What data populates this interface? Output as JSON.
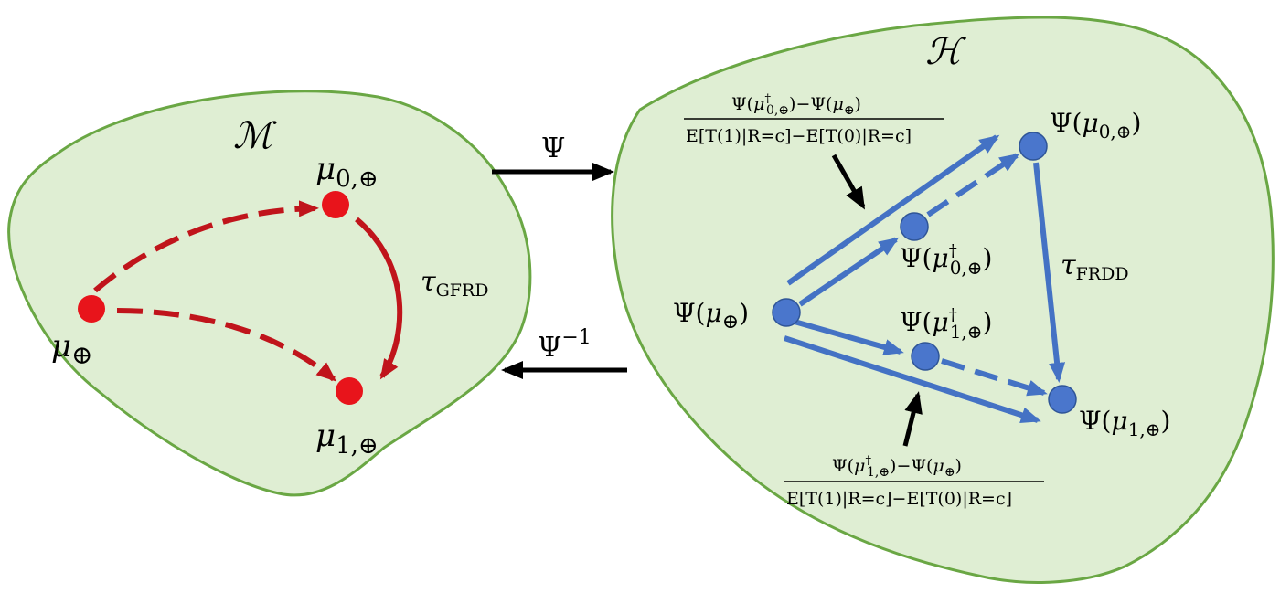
{
  "colors": {
    "region_fill": "#dfeed3",
    "region_stroke": "#6aa744",
    "red": "#e8141b",
    "red_arrow": "#c0141b",
    "blue": "#4472c4",
    "blue_node": "#4a76cc",
    "black": "#000000"
  },
  "left_space": {
    "name": "ℳ",
    "nodes": {
      "mu_plus": {
        "base": "μ",
        "sub": "⊕",
        "sup": ""
      },
      "mu0": {
        "base": "μ",
        "sub": "0,⊕",
        "sup": ""
      },
      "mu1": {
        "base": "μ",
        "sub": "1,⊕",
        "sup": ""
      }
    },
    "tau": {
      "base": "τ",
      "sub": "GFRD"
    }
  },
  "maps": {
    "forward": "Ψ",
    "inverse": {
      "base": "Ψ",
      "sup": "−1"
    }
  },
  "right_space": {
    "name": "ℋ",
    "nodes": {
      "psi_mu_plus": {
        "pre": "Ψ(",
        "base": "μ",
        "sub": "⊕",
        "sup": "",
        "post": ")"
      },
      "psi_mu0": {
        "pre": "Ψ(",
        "base": "μ",
        "sub": "0,⊕",
        "sup": "",
        "post": ")"
      },
      "psi_mu1": {
        "pre": "Ψ(",
        "base": "μ",
        "sub": "1,⊕",
        "sup": "",
        "post": ")"
      },
      "psi_mu0_dag": {
        "pre": "Ψ(",
        "base": "μ",
        "sub": "0,⊕",
        "sup": "†",
        "post": ")"
      },
      "psi_mu1_dag": {
        "pre": "Ψ(",
        "base": "μ",
        "sub": "1,⊕",
        "sup": "†",
        "post": ")"
      }
    },
    "tau": {
      "base": "τ",
      "sub": "FRDD"
    },
    "fraction_top": {
      "numerator": {
        "a_pre": "Ψ(",
        "a_base": "μ",
        "a_sub": "0,⊕",
        "a_sup": "†",
        "a_post": ")",
        "minus": "−",
        "b_pre": "Ψ(",
        "b_base": "μ",
        "b_sub": "⊕",
        "b_post": ")"
      },
      "denominator": "E[T(1)|R=c]−E[T(0)|R=c]"
    },
    "fraction_bottom": {
      "numerator": {
        "a_pre": "Ψ(",
        "a_base": "μ",
        "a_sub": "1,⊕",
        "a_sup": "†",
        "a_post": ")",
        "minus": "−",
        "b_pre": "Ψ(",
        "b_base": "μ",
        "b_sub": "⊕",
        "b_post": ")"
      },
      "denominator": "E[T(1)|R=c]−E[T(0)|R=c]"
    }
  }
}
